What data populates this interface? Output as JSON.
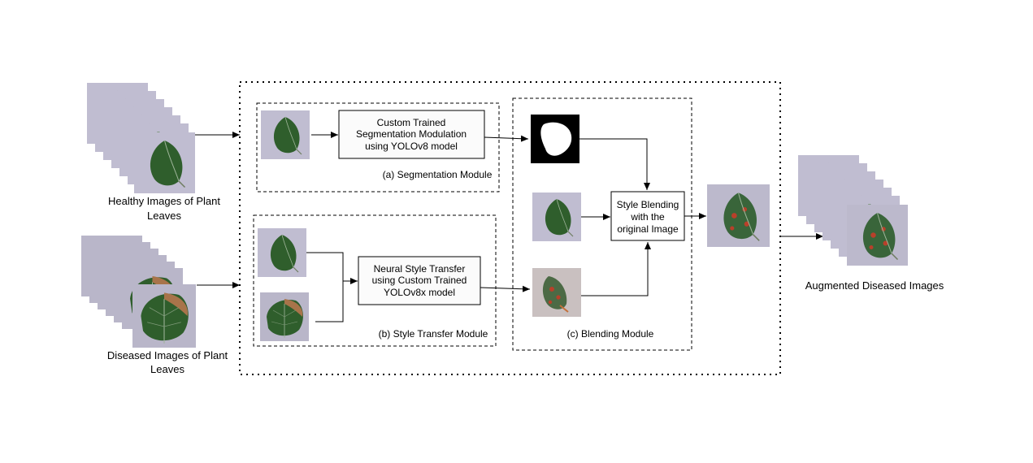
{
  "inputs": {
    "healthy_label_line1": "Healthy Images of Plant",
    "healthy_label_line2": "Leaves",
    "diseased_label_line1": "Diseased Images of Plant",
    "diseased_label_line2": "Leaves"
  },
  "segmentation": {
    "process_line1": "Custom Trained",
    "process_line2": "Segmentation Modulation",
    "process_line3": "using YOLOv8 model",
    "module_label": "(a) Segmentation Module"
  },
  "style_transfer": {
    "process_line1": "Neural Style Transfer",
    "process_line2": "using Custom Trained",
    "process_line3": "YOLOv8x model",
    "module_label": "(b) Style Transfer Module"
  },
  "blending": {
    "process_line1": "Style Blending",
    "process_line2": "with the",
    "process_line3": "original Image",
    "module_label": "(c) Blending Module"
  },
  "output": {
    "label": "Augmented Diseased Images"
  },
  "colors": {
    "leaf_green": "#2f5e2c",
    "leaf_dark": "#1e3f1d",
    "background_lavender": "#b7b4c8",
    "disease_spot": "#b8402a",
    "blight_brown": "#a8744a"
  }
}
